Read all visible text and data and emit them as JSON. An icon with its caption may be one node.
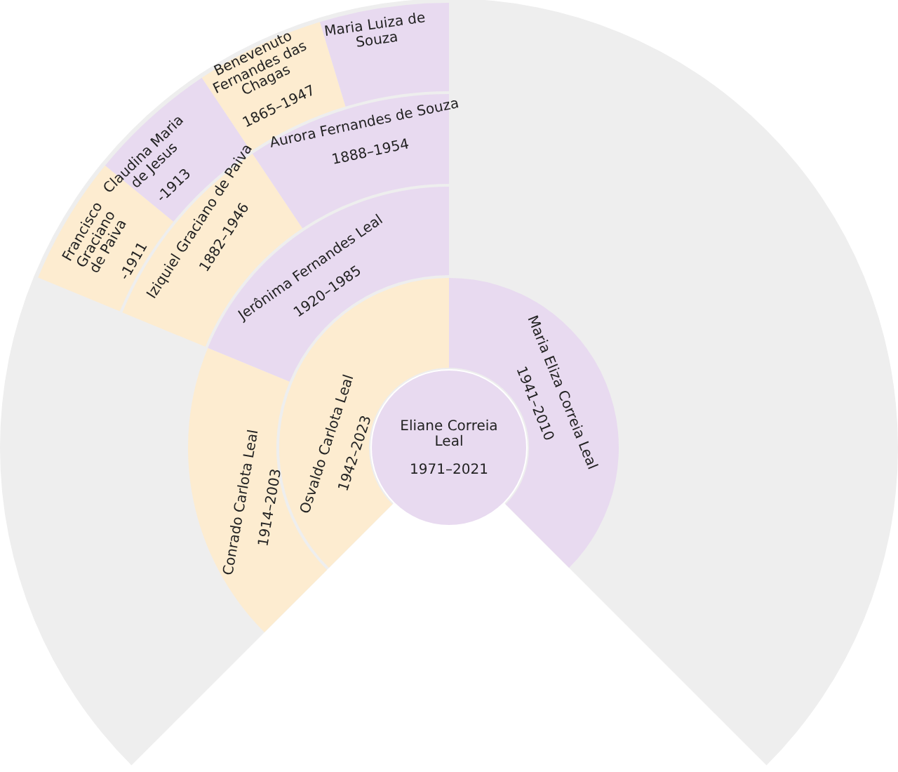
{
  "diagram": {
    "nodes": [
      {
        "text": [
          "Eliane Correia Leal",
          "1971–2021"
        ]
      },
      {
        "text": [
          "Osvaldo Carlota Leal",
          "1942–2023"
        ]
      },
      {
        "text": [
          "Maria Eliza Correia Leal",
          "1941–2010"
        ]
      },
      {
        "text": [
          "Conrado Carlota Leal",
          "1914–2003"
        ]
      },
      {
        "text": [
          "Jerônima Fernandes Leal",
          "1920–1985"
        ]
      },
      {
        "text": [
          "Iziquiel Graciano de Paiva",
          "1882–1946"
        ]
      },
      {
        "text": [
          "Aurora Fernandes de Souza",
          "1888–1954"
        ]
      },
      {
        "text": [
          "Francisco Graciano de Paiva",
          "-1911"
        ]
      },
      {
        "text": [
          "Claudina Maria de Jesus",
          "-1913"
        ]
      },
      {
        "text": [
          "Benevenuto Fernandes das Chagas",
          "1865–1947"
        ]
      },
      {
        "text": [
          "Maria Luiza de Souza"
        ]
      }
    ]
  }
}
